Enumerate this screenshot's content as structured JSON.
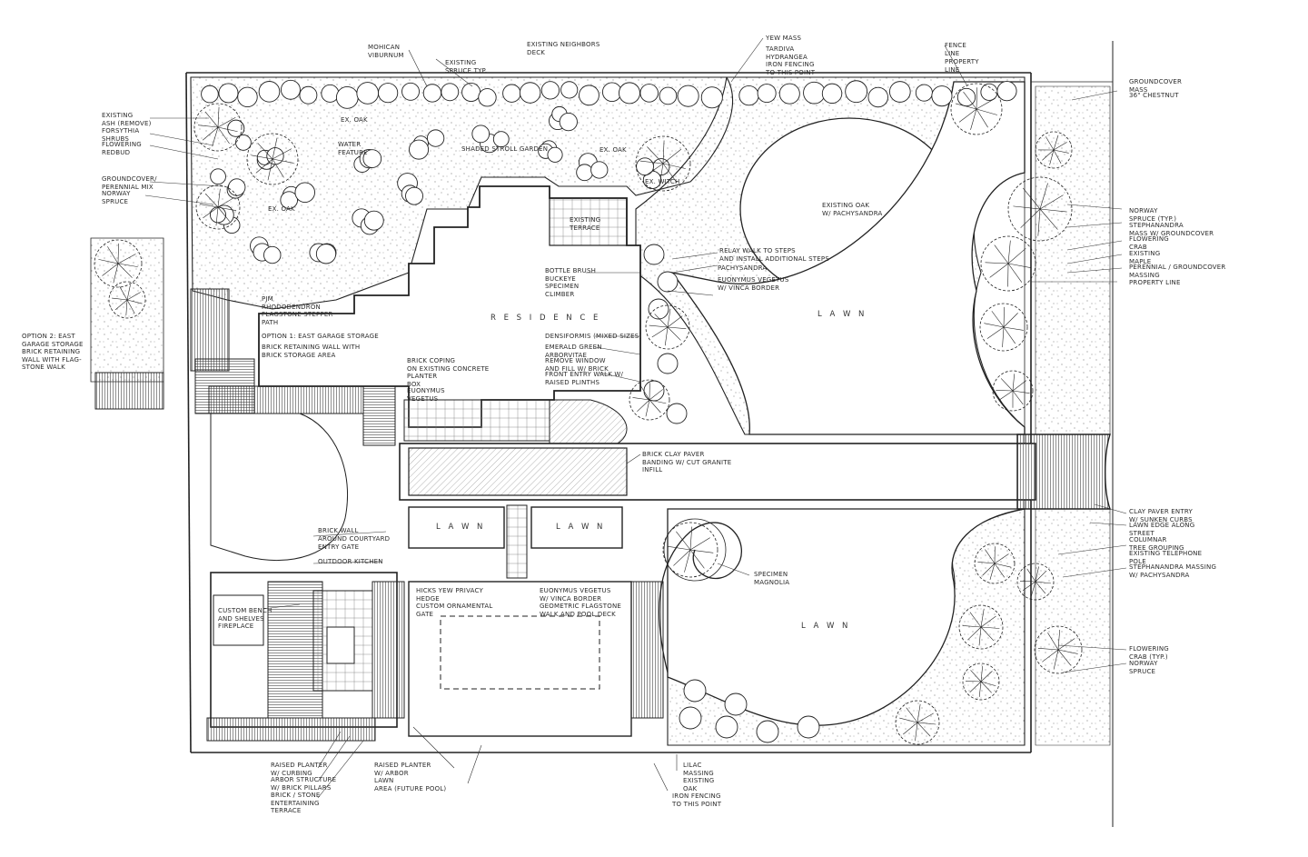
{
  "plan": {
    "areas": {
      "residence": "R E S I D E N C E",
      "lawn_main": "L A W N",
      "lawn_lower": "L A W N",
      "lawn_court_a": "L A W N",
      "lawn_court_b": "L A W N"
    },
    "labels": {
      "existing_ash": "EXISTING\nASH (REMOVE)",
      "forsythia": "FORSYTHIA\nSHRUBS",
      "flowering_redbud": "FLOWERING\nREDBUD",
      "groundcover_mix": "GROUNDCOVER/\nPERENNIAL MIX",
      "norway_spruce_left": "NORWAY\nSPRUCE",
      "mohican_viburnum": "MOHICAN\nVIBURNUM",
      "existing_spruce": "EXISTING\nSPRUCE TYP.",
      "existing_neighbors_deck": "EXISTING NEIGHBORS\nDECK",
      "yew_mass": "YEW MASS",
      "tardiva": "TARDIVA\nHYDRANGEA",
      "iron_fencing_top": "IRON FENCING\nTO THIS POINT",
      "fence_line": "FENCE\nLINE",
      "property_line_top": "PROPERTY\nLINE",
      "groundcover_mass": "GROUNDCOVER\nMASS",
      "chestnut": "36\" CHESTNUT",
      "ex_oak_1": "EX. OAK",
      "ex_oak_2": "EX. OAK",
      "ex_oak_3": "EX. OAK",
      "ex_witch": "EX. WITCH",
      "water_feature": "WATER\nFEATURE",
      "shaded_stroll": "SHADED STROLL GARDEN",
      "existing_terrace": "EXISTING\nTERRACE",
      "existing_oak_pachysandra": "EXISTING OAK\nW/ PACHYSANDRA",
      "relay_walk": "RELAY WALK TO STEPS\nAND INSTALL ADDITIONAL STEPS",
      "pachysandra": "PACHYSANDRA",
      "euonymus_vinca_top": "EUONYMUS VEGETUS\nW/ VINCA BORDER",
      "bottlebrush": "BOTTLE BRUSH\nBUCKEYE",
      "specimen_climber": "SPECIMEN\nCLIMBER",
      "norway_spruce_right": "NORWAY\nSPRUCE (TYP.)",
      "stephanandra_mass": "STEPHANANDRA\nMASS W/ GROUNDCOVER",
      "flowering_crab_right": "FLOWERING\nCRAB",
      "existing_maple": "EXISTING\nMAPLE",
      "perennial_groundcover": "PERENNIAL / GROUNDCOVER\nMASSING",
      "property_line_right": "PROPERTY LINE",
      "rhododendron": "PJM\nRHODODENDRON",
      "flagstone_path": "FLAGSTONE STEPPER\nPATH",
      "option2": "OPTION 2: EAST\nGARAGE STORAGE\nBRICK RETAINING\nWALL WITH FLAG-\nSTONE WALK",
      "option1": "OPTION 1: EAST GARAGE STORAGE",
      "brick_retaining": "BRICK RETAINING WALL WITH\nBRICK STORAGE AREA",
      "densiformis": "DENSIFORMIS (MIXED SIZES)",
      "emerald_arborvitae": "EMERALD GREEN\nARBORVITAE",
      "remove_window": "REMOVE WINDOW\nAND FILL W/ BRICK",
      "front_entry_walk": "FRONT ENTRY WALK W/\nRAISED PLINTHS",
      "brick_coping": "BRICK COPING\nON EXISTING CONCRETE",
      "planter_box": "PLANTER\nBOX",
      "euonymus_left": "EUONYMUS\nVEGETUS",
      "brick_clay_paver": "BRICK CLAY PAVER\nBANDING W/ CUT GRANITE\nINFILL",
      "clay_paver_entry": "CLAY PAVER ENTRY\nW/ SUNKEN CURBS",
      "lawn_edge": "LAWN EDGE ALONG\nSTREET",
      "columnar_trees": "COLUMNAR\nTREE GROUPING",
      "telephone_pole": "EXISTING TELEPHONE\nPOLE",
      "stephanandra_pachysandra": "STEPHANANDRA MASSING\nW/ PACHYSANDRA",
      "brick_wall_courtyard": "BRICK WALL\nAROUND COURTYARD",
      "entry_gate": "ENTRY GATE",
      "outdoor_kitchen": "OUTDOOR KITCHEN",
      "custom_bench": "CUSTOM BENCH\nAND SHELVES",
      "fireplace": "FIREPLACE",
      "hicks_yew": "HICKS YEW PRIVACY\nHEDGE",
      "custom_gate": "CUSTOM ORNAMENTAL\nGATE",
      "euonymus_vinca_bottom": "EUONYMUS VEGETUS\nW/ VINCA BORDER",
      "geometric_flagstone": "GEOMETRIC FLAGSTONE\nWALK AND POOL DECK",
      "specimen_magnolia": "SPECIMEN\nMAGNOLIA",
      "flowering_crab_typ": "FLOWERING\nCRAB (TYP.)",
      "norway_spruce_bottom": "NORWAY\nSPRUCE",
      "raised_planter_curbing": "RAISED PLANTER\nW/ CURBING",
      "arbor_structure": "ARBOR STRUCTURE\nW/ BRICK PILLARS",
      "brick_stone_terrace": "BRICK / STONE\nENTERTAINING\nTERRACE",
      "raised_planter_arbor": "RAISED PLANTER\nW/ ARBOR",
      "lawn_future_pool": "LAWN\nAREA (FUTURE POOL)",
      "lilac_massing": "LILAC\nMASSING",
      "existing_oak_bottom": "EXISTING\nOAK",
      "iron_fencing_bottom": "IRON FENCING\nTO THIS POINT"
    }
  },
  "colors": {
    "ink": "#222222",
    "paper": "#ffffff",
    "hatch": "#555555"
  }
}
